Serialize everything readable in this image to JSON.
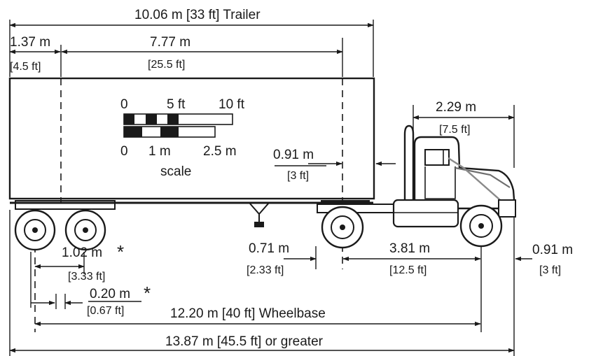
{
  "dimensions": {
    "trailer_length": "10.06 m [33 ft] Trailer",
    "front_overhang_m": "1.37 m",
    "front_overhang_ft": "[4.5 ft]",
    "kingpin_to_axle_m": "7.77 m",
    "kingpin_to_axle_ft": "[25.5 ft]",
    "cab_length_m": "2.29 m",
    "cab_length_ft": "[7.5 ft]",
    "kingpin_offset_m": "0.91 m",
    "kingpin_offset_ft": "[3 ft]",
    "tandem_spread_m": "1.02 m",
    "tandem_spread_ft": "[3.33 ft]",
    "tire_offset_m": "0.20 m",
    "tire_offset_ft": "[0.67 ft]",
    "tractor_overhang_m": "0.71 m",
    "tractor_overhang_ft": "[2.33 ft]",
    "tractor_wheelbase_m": "3.81 m",
    "tractor_wheelbase_ft": "[12.5 ft]",
    "front_overhang_tractor_m": "0.91 m",
    "front_overhang_tractor_ft": "[3 ft]",
    "wheelbase": "12.20 m [40 ft] Wheelbase",
    "overall_length": "13.87 m [45.5 ft] or greater",
    "asterisk": "*"
  },
  "scale": {
    "ft_0": "0",
    "ft_5": "5 ft",
    "ft_10": "10 ft",
    "m_0": "0",
    "m_1": "1 m",
    "m_2_5": "2.5 m",
    "label": "scale"
  }
}
